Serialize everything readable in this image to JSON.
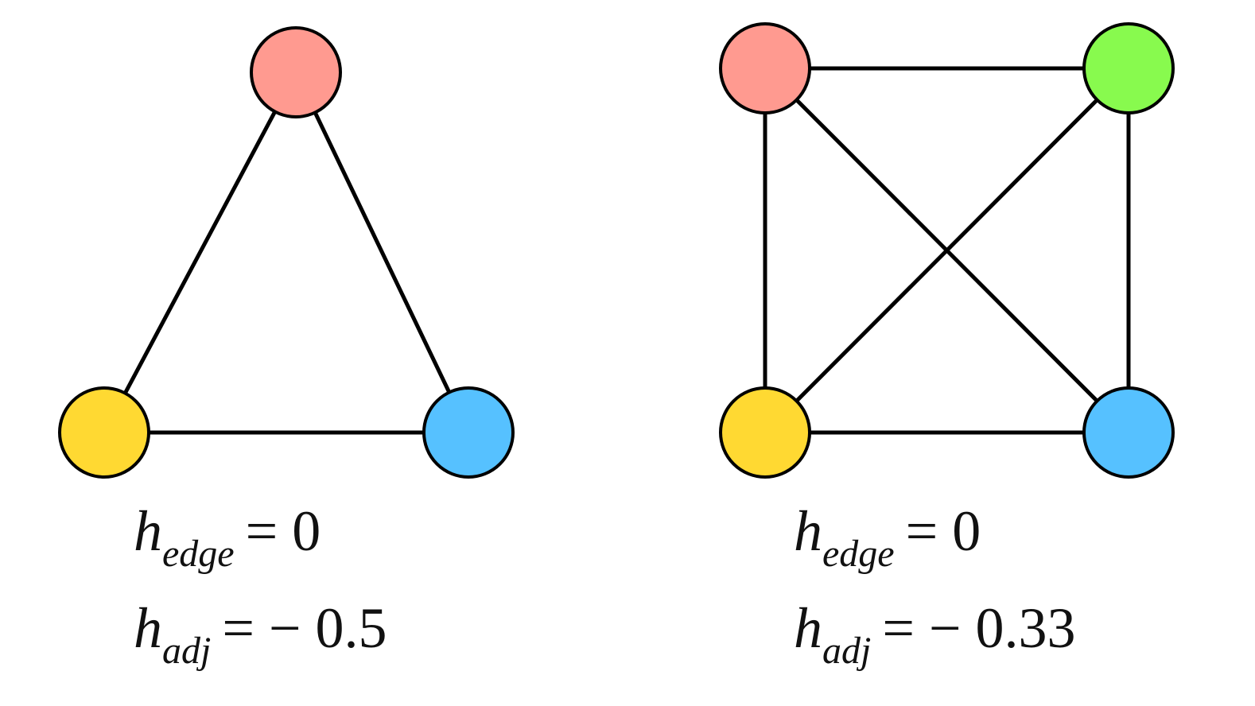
{
  "colors": {
    "red": "#FF9A90",
    "green": "#88FA4E",
    "yellow": "#FFD932",
    "blue": "#56C1FF",
    "edge": "#000000",
    "stroke": "#000000"
  },
  "graphs": [
    {
      "id": "triangle",
      "nodes": [
        {
          "id": "top",
          "color": "red"
        },
        {
          "id": "bottom-left",
          "color": "yellow"
        },
        {
          "id": "bottom-right",
          "color": "blue"
        }
      ],
      "edges": [
        [
          "top",
          "bottom-left"
        ],
        [
          "top",
          "bottom-right"
        ],
        [
          "bottom-left",
          "bottom-right"
        ]
      ],
      "formulas": {
        "edge": {
          "symbol": "h",
          "subscript": "edge",
          "relation": "= 0"
        },
        "adj": {
          "symbol": "h",
          "subscript": "adj",
          "relation": "= − 0.5"
        }
      }
    },
    {
      "id": "complete-k4",
      "nodes": [
        {
          "id": "top-left",
          "color": "red"
        },
        {
          "id": "top-right",
          "color": "green"
        },
        {
          "id": "bottom-left",
          "color": "yellow"
        },
        {
          "id": "bottom-right",
          "color": "blue"
        }
      ],
      "edges": [
        [
          "top-left",
          "top-right"
        ],
        [
          "top-left",
          "bottom-left"
        ],
        [
          "top-left",
          "bottom-right"
        ],
        [
          "top-right",
          "bottom-left"
        ],
        [
          "top-right",
          "bottom-right"
        ],
        [
          "bottom-left",
          "bottom-right"
        ]
      ],
      "formulas": {
        "edge": {
          "symbol": "h",
          "subscript": "edge",
          "relation": "= 0"
        },
        "adj": {
          "symbol": "h",
          "subscript": "adj",
          "relation": "= − 0.33"
        }
      }
    }
  ]
}
